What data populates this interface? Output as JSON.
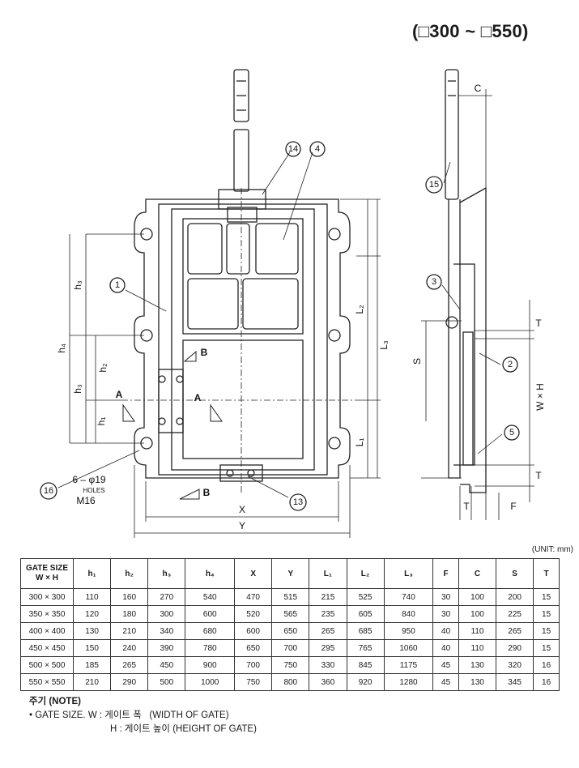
{
  "header": {
    "range": "(□300 ~ □550)"
  },
  "front_view": {
    "part_numbers": [
      "1",
      "4",
      "13",
      "14",
      "16"
    ],
    "dims": [
      "h₃",
      "h₄",
      "h₂",
      "h₃",
      "h₁",
      "L₂",
      "L₃",
      "L₁",
      "X",
      "Y"
    ],
    "section_labels": [
      "A",
      "A",
      "B",
      "B"
    ],
    "holes_label": [
      "6 – φ19",
      "HOLES",
      "M16"
    ]
  },
  "side_view": {
    "part_numbers": [
      "15",
      "3",
      "2",
      "5"
    ],
    "dims": [
      "C",
      "T",
      "S",
      "W × H",
      "T",
      "T",
      "F"
    ]
  },
  "unit_label": "(UNIT: mm)",
  "table": {
    "header_size": [
      "GATE SIZE",
      "W × H"
    ],
    "columns": [
      "h₁",
      "h₂",
      "h₃",
      "h₄",
      "X",
      "Y",
      "L₁",
      "L₂",
      "L₃",
      "F",
      "C",
      "S",
      "T"
    ],
    "rows": [
      [
        "300 × 300",
        "110",
        "160",
        "270",
        "540",
        "470",
        "515",
        "215",
        "525",
        "740",
        "30",
        "100",
        "200",
        "15"
      ],
      [
        "350 × 350",
        "120",
        "180",
        "300",
        "600",
        "520",
        "565",
        "235",
        "605",
        "840",
        "30",
        "100",
        "225",
        "15"
      ],
      [
        "400 × 400",
        "130",
        "210",
        "340",
        "680",
        "600",
        "650",
        "265",
        "685",
        "950",
        "40",
        "110",
        "265",
        "15"
      ],
      [
        "450 × 450",
        "150",
        "240",
        "390",
        "780",
        "650",
        "700",
        "295",
        "765",
        "1060",
        "40",
        "110",
        "290",
        "15"
      ],
      [
        "500 × 500",
        "185",
        "265",
        "450",
        "900",
        "700",
        "750",
        "330",
        "845",
        "1175",
        "45",
        "130",
        "320",
        "16"
      ],
      [
        "550 × 550",
        "210",
        "290",
        "500",
        "1000",
        "750",
        "800",
        "360",
        "920",
        "1280",
        "45",
        "130",
        "345",
        "16"
      ]
    ]
  },
  "notes": {
    "title": "주기 (NOTE)",
    "w_prefix": "• GATE SIZE.  W : ",
    "w_kr": "게이트 폭",
    "w_en": "(WIDTH OF GATE)",
    "h_prefix": "H : ",
    "h_kr": "게이트 높이",
    "h_en": "(HEIGHT OF GATE)"
  }
}
